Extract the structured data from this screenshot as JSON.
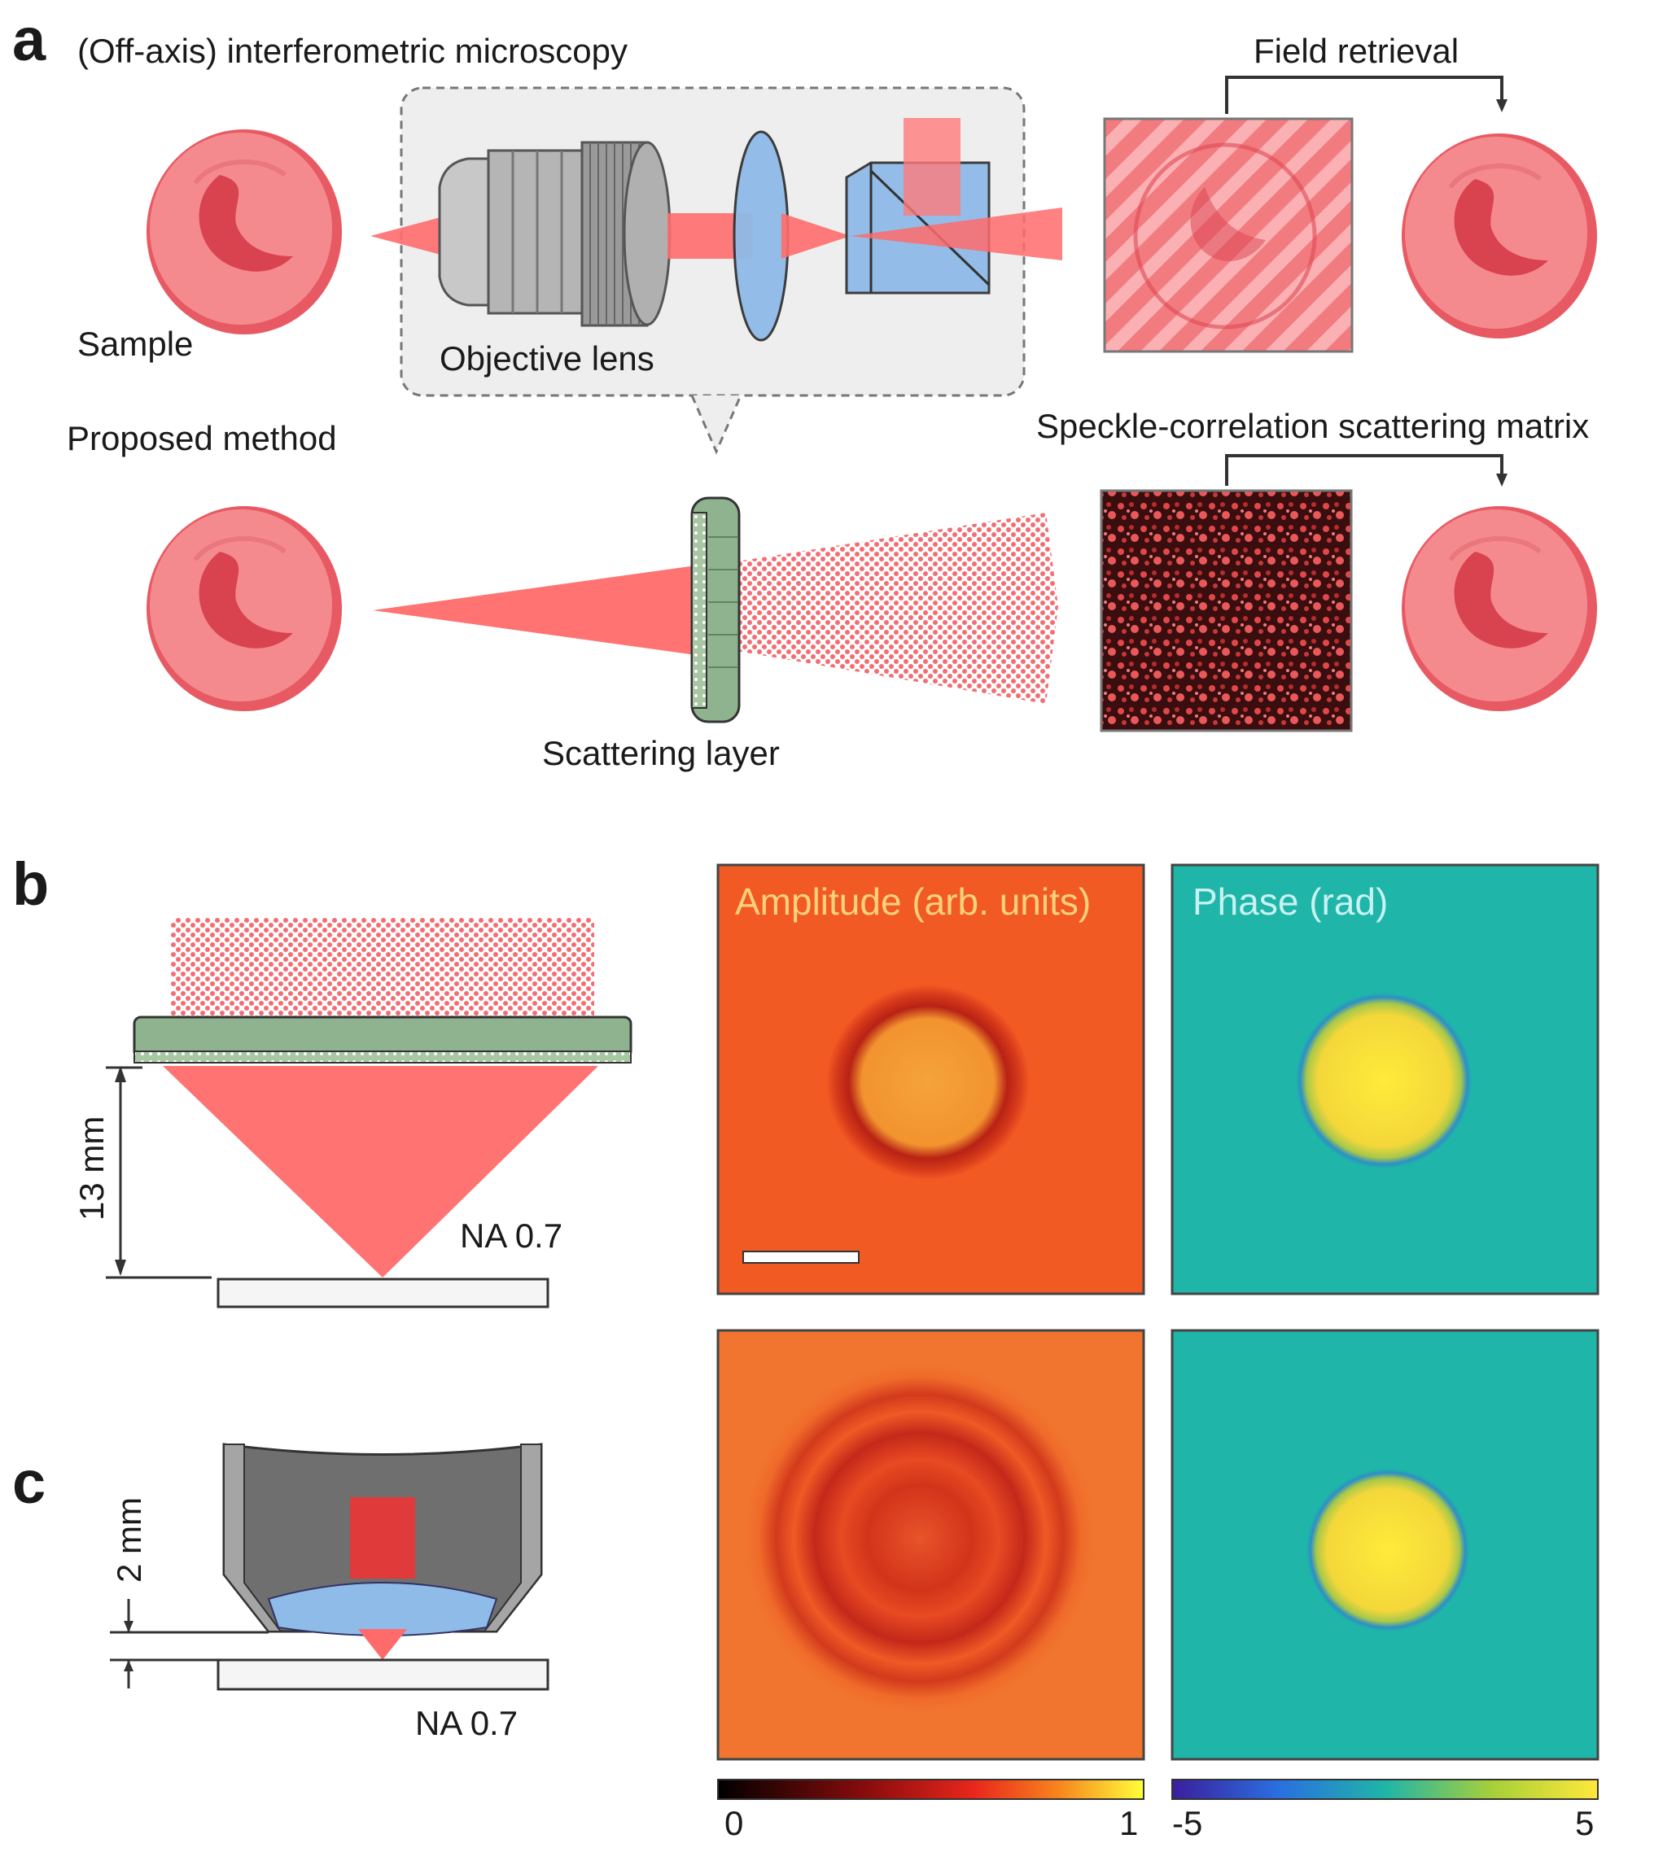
{
  "panel_a": {
    "letter": "a",
    "title": "(Off-axis) interferometric microscopy",
    "sample_label": "Sample",
    "objective_label": "Objective lens",
    "field_retrieval_label": "Field retrieval",
    "proposed_label": "Proposed method",
    "scattering_label": "Scattering layer",
    "speckle_label": "Speckle-correlation scattering matrix"
  },
  "panel_b": {
    "letter": "b",
    "distance_label": "13 mm",
    "na_label": "NA 0.7"
  },
  "panel_c": {
    "letter": "c",
    "distance_label": "2 mm",
    "na_label": "NA 0.7"
  },
  "images": {
    "amplitude_title": "Amplitude (arb. units)",
    "phase_title": "Phase (rad)"
  },
  "colorbars": {
    "amplitude": {
      "min": "0",
      "max": "1"
    },
    "phase": {
      "min": "-5",
      "max": "5"
    }
  },
  "colors": {
    "cell": "#f08080",
    "cell_dark": "#d9424f",
    "beam": "#ff6b6b",
    "lens_blue": "#7fb0e0",
    "scatter_green": "#8fb38f",
    "phase_bg": "#1fb5a8",
    "amplitude_bg": "#f25a23"
  }
}
